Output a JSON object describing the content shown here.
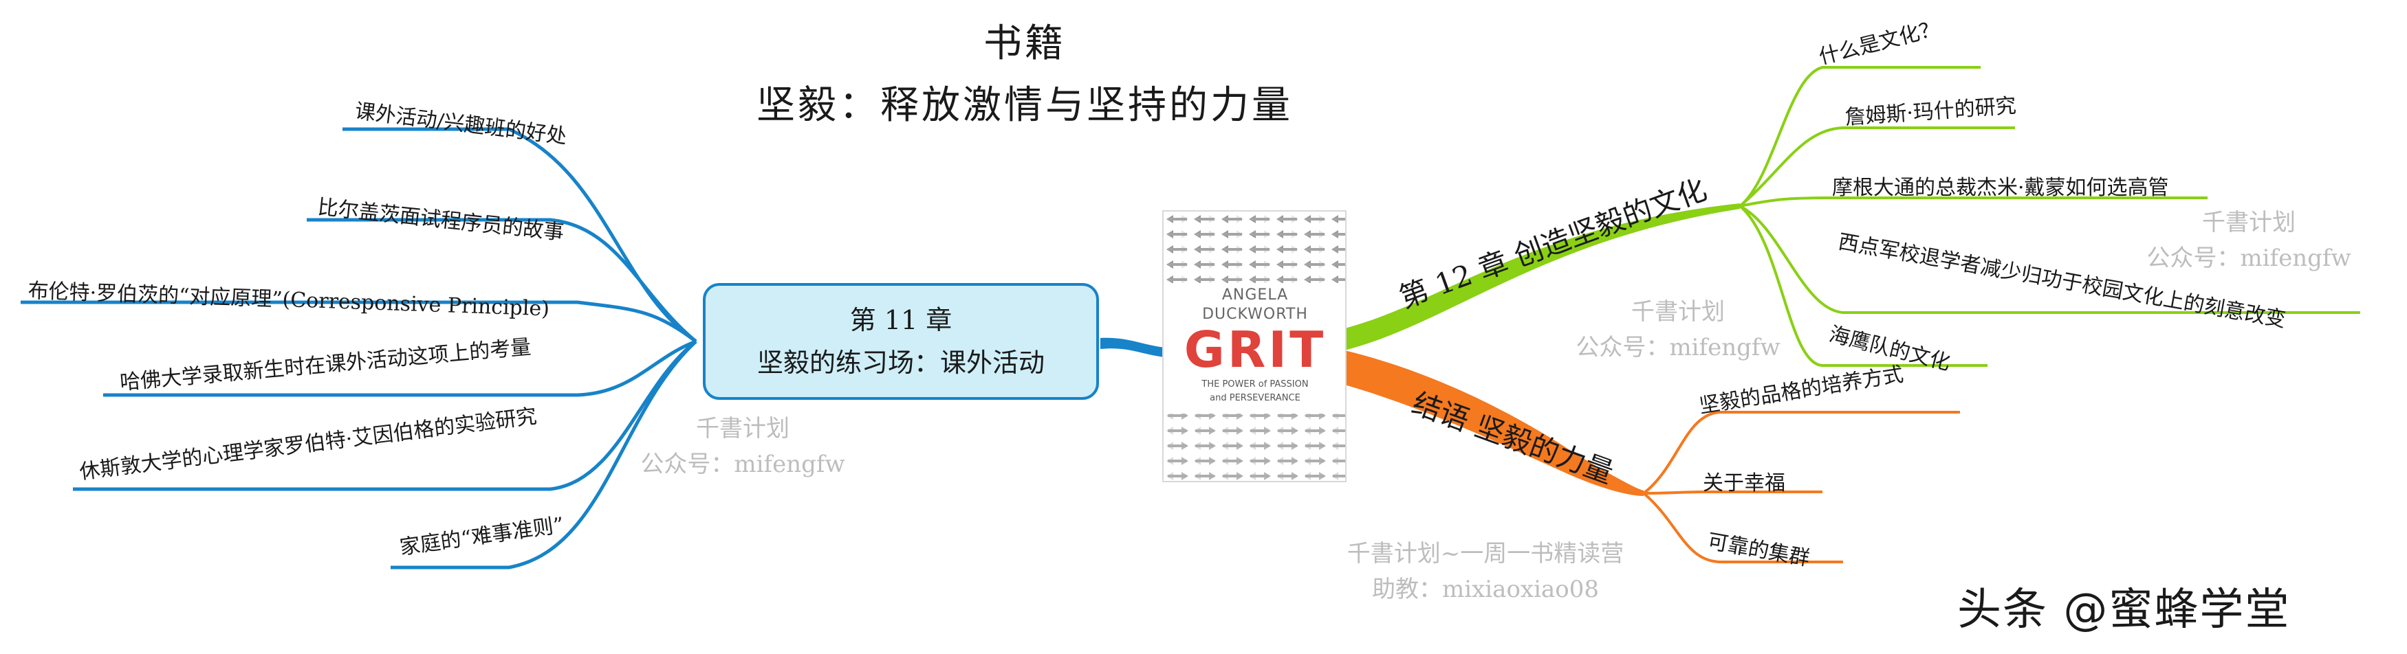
{
  "title": {
    "line1": "书籍",
    "line2": "坚毅：释放激情与坚持的力量"
  },
  "colors": {
    "left_branch": "#1783c9",
    "green_branch": "#8ad014",
    "orange_branch": "#f4791f",
    "box_fill": "#cfeef8"
  },
  "center_book": {
    "author": "ANGELA DUCKWORTH",
    "title": "GRIT",
    "subtitle_line1": "THE POWER of PASSION",
    "subtitle_line2": "and PERSEVERANCE"
  },
  "chapter11": {
    "line1": "第 11 章",
    "line2": "坚毅的练习场：课外活动",
    "leaves": [
      "课外活动/兴趣班的好处",
      "比尔盖茨面试程序员的故事",
      "布伦特·罗伯茨的“对应原理”(Corresponsive Principle)",
      "哈佛大学录取新生时在课外活动这项上的考量",
      "休斯敦大学的心理学家罗伯特·艾因伯格的实验研究",
      "家庭的“难事准则”"
    ]
  },
  "chapter12": {
    "label": "第 12 章 创造坚毅的文化",
    "leaves": [
      "什么是文化？",
      "詹姆斯·玛什的研究",
      "摩根大通的总裁杰米·戴蒙如何选高管",
      "西点军校退学者减少归功于校园文化上的刻意改变",
      "海鹰队的文化"
    ]
  },
  "conclusion": {
    "label": "结语 坚毅的力量",
    "leaves": [
      "坚毅的品格的培养方式",
      "关于幸福",
      "可靠的集群"
    ]
  },
  "watermarks": [
    {
      "line1": "千書计划",
      "line2": "公众号：mifengfw"
    },
    {
      "line1": "千書计划",
      "line2": "公众号：mifengfw"
    },
    {
      "line1": "千書计划",
      "line2": "公众号：mifengfw"
    },
    {
      "line1": "千書计划~一周一书精读营",
      "line2": "助教：mixiaoxiao08"
    }
  ],
  "brand": "头条 @蜜蜂学堂"
}
